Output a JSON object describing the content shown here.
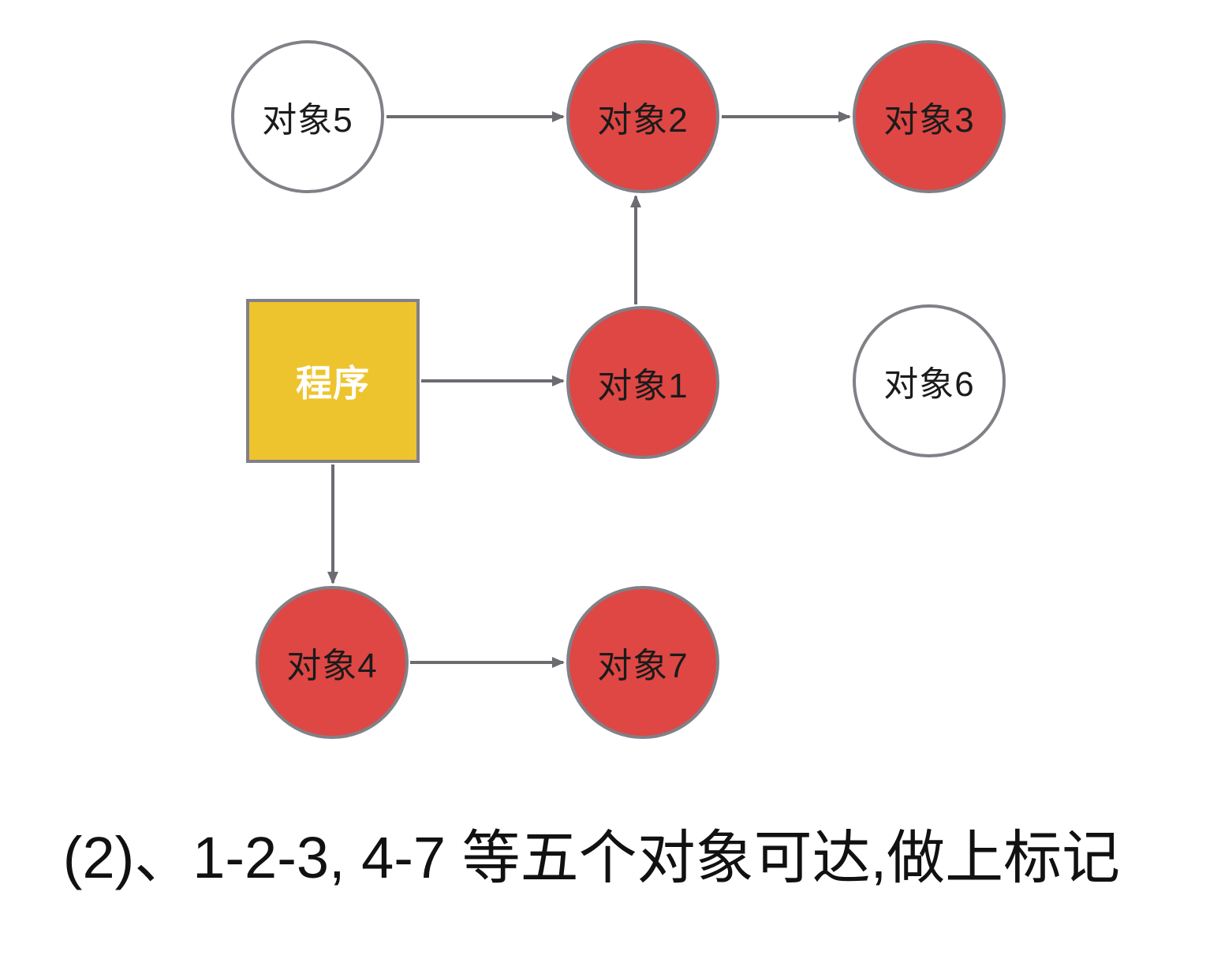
{
  "caption": "(2)、1-2-3, 4-7 等五个对象可达,做上标记",
  "colors": {
    "marked_fill": "#DF4744",
    "unmarked_fill": "#FFFFFF",
    "program_fill": "#EEC42E",
    "shape_border": "#808087",
    "arrow": "#6B6B70",
    "label_dark": "#1B1B1B",
    "label_light": "#FFFFFF"
  },
  "nodes": {
    "program": {
      "label": "程序",
      "shape": "square",
      "role": "gc-root"
    },
    "obj1": {
      "label": "对象1",
      "shape": "circle",
      "marked": true
    },
    "obj2": {
      "label": "对象2",
      "shape": "circle",
      "marked": true
    },
    "obj3": {
      "label": "对象3",
      "shape": "circle",
      "marked": true
    },
    "obj4": {
      "label": "对象4",
      "shape": "circle",
      "marked": true
    },
    "obj5": {
      "label": "对象5",
      "shape": "circle",
      "marked": false
    },
    "obj6": {
      "label": "对象6",
      "shape": "circle",
      "marked": false
    },
    "obj7": {
      "label": "对象7",
      "shape": "circle",
      "marked": true
    }
  },
  "edges": [
    {
      "from": "obj5",
      "to": "obj2"
    },
    {
      "from": "obj2",
      "to": "obj3"
    },
    {
      "from": "obj1",
      "to": "obj2"
    },
    {
      "from": "program",
      "to": "obj1"
    },
    {
      "from": "program",
      "to": "obj4"
    },
    {
      "from": "obj4",
      "to": "obj7"
    }
  ]
}
